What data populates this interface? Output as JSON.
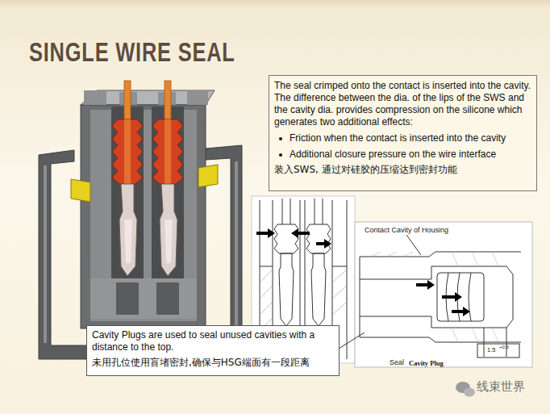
{
  "diagram": {
    "title": "SINGLE WIRE SEAL",
    "nodes": [
      {
        "text": [
          "The seal crimped onto the contact is inserted into the cavity. The difference between the dia. of the lips of the SWS and the cavity dia. provides compression on the silicone which generates two additional effects:",
          "Friction when the contact is inserted into the cavity",
          "Additional closure pressure on the wire interface",
          "装入SWS, 通过对硅胶的压缩达到密封功能"
        ]
      },
      {
        "text": [
          "Cavity Plugs are used to seal unused cavities with a distance to the top.",
          "未用孔位使用盲堵密封,确保与HSG端面有一段距离"
        ]
      }
    ],
    "labels": [
      "Contact Cavity of Housing",
      "1.5",
      "+0.5",
      "Seal",
      "Cavity Plug",
      "线束世界"
    ]
  }
}
